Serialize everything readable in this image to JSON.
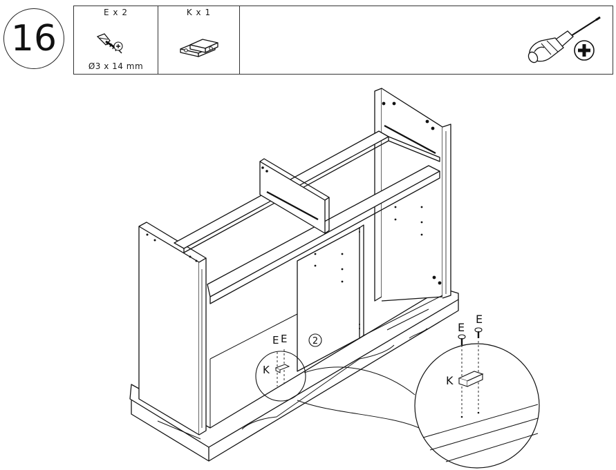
{
  "step": {
    "number": "16"
  },
  "parts": [
    {
      "id": "E",
      "quantity_label": "E x 2",
      "size_label": "Ø3 x 14 mm",
      "icon": "screw-icon"
    },
    {
      "id": "K",
      "quantity_label": "K x 1",
      "icon": "magnetic-catch-icon"
    }
  ],
  "tool": {
    "icon": "phillips-screwdriver-icon"
  },
  "diagram": {
    "position_marker": "2",
    "small_callout": {
      "screw_labels": [
        "E",
        "E"
      ],
      "catch_label": "K"
    },
    "zoom_callout": {
      "screw_labels": [
        "E",
        "E"
      ],
      "catch_label": "K"
    }
  }
}
